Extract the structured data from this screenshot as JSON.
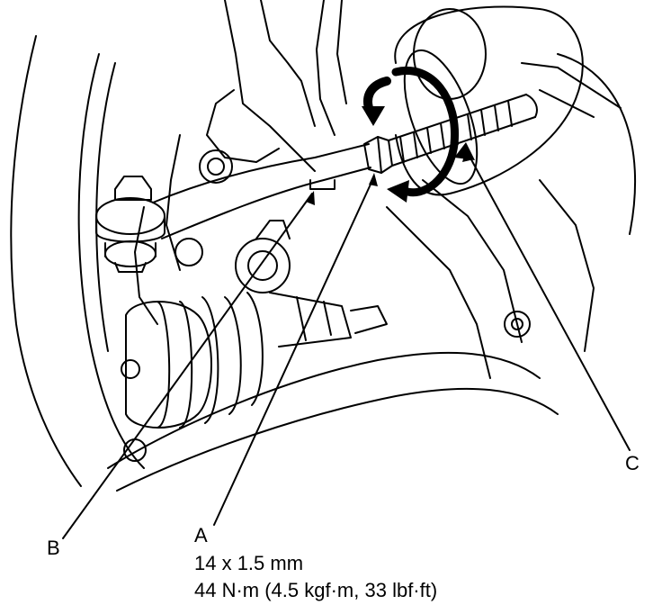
{
  "callouts": {
    "a": "A",
    "b": "B",
    "c": "C"
  },
  "fastener_spec": {
    "thread": "14 x 1.5 mm",
    "torque": "44 N·m (4.5 kgf·m, 33 lbf·ft)"
  },
  "colors": {
    "line": "#000000",
    "background": "#ffffff"
  }
}
